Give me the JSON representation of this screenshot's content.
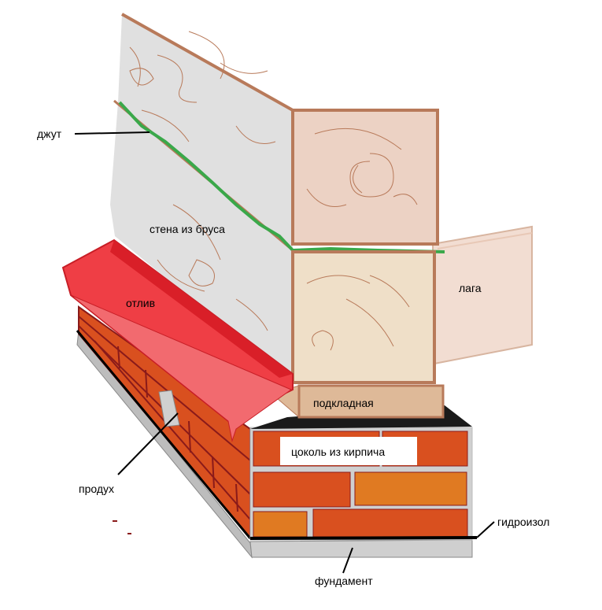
{
  "labels": {
    "jute": "джут",
    "timber_wall": "стена из бруса",
    "drip_edge": "отлив",
    "joist": "лага",
    "sill_board": "подкладная",
    "brick_plinth": "цоколь из кирпича",
    "vent": "продух",
    "waterproofing": "гидроизол",
    "foundation": "фундамент"
  },
  "colors": {
    "wall_face": "#e0e0e0",
    "wood_outline": "#b87a5a",
    "wood_end_upper": "#ecd2c4",
    "wood_end_lower": "#efdfc8",
    "jute": "#3aa84a",
    "drip_edge": "#ef3e45",
    "drip_edge_top": "#f26a6f",
    "brick": "#d9501f",
    "brick_alt": "#e07a22",
    "mortar": "#8a1a1a",
    "foundation": "#c8c8c8",
    "waterproofing": "#000000"
  }
}
